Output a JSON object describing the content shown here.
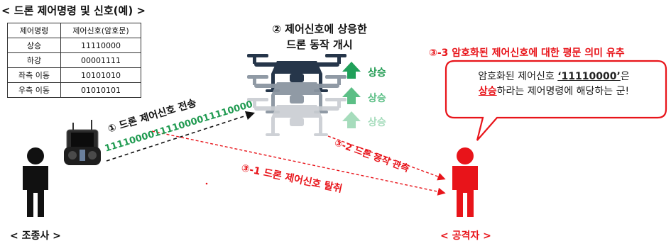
{
  "title": "< 드론 제어명령 및 신호(예) >",
  "table": {
    "headers": [
      "제어명령",
      "제어신호(암호문)"
    ],
    "rows": [
      [
        "상승",
        "11110000"
      ],
      [
        "하강",
        "00001111"
      ],
      [
        "좌측 이동",
        "10101010"
      ],
      [
        "우측 이동",
        "01010101"
      ]
    ]
  },
  "step1": {
    "label": "① 드론 제어신호 전송",
    "bits": "111100001111000011110000"
  },
  "step2": {
    "line1": "② 제어신호에 상응한",
    "line2": "드론 동작 개시"
  },
  "drone_labels": [
    "상승",
    "상승",
    "상승"
  ],
  "step3_1": "③-1 드론 제어신호 탈취",
  "step3_2": "③-2 드론 동작 관측",
  "step3_3": {
    "title": "③-3 암호화된 제어신호에 대한 평문 의미 유추",
    "bubble_line1_pre": "암호화된 제어신호 ",
    "bubble_line1_code": "‘11110000’",
    "bubble_line1_post": "은",
    "bubble_line2_cmd": "상승",
    "bubble_line2_post": "하라는 제어명령에 해당하는 군!"
  },
  "operator_label": "< 조종사 >",
  "attacker_label": "< 공격자 >",
  "colors": {
    "red": "#e8141a",
    "green": "#1f9a50",
    "drone_dark": "#26364a",
    "drone_mid": "#8b95a1",
    "drone_light": "#c9cdd2",
    "arrow_dark": "#21a05a",
    "arrow_mid": "#5cbf86",
    "arrow_light": "#a6dcbc"
  },
  "icons": [
    "operator-person-icon",
    "remote-controller-icon",
    "drone-icon",
    "up-arrow-icon",
    "attacker-person-icon"
  ]
}
